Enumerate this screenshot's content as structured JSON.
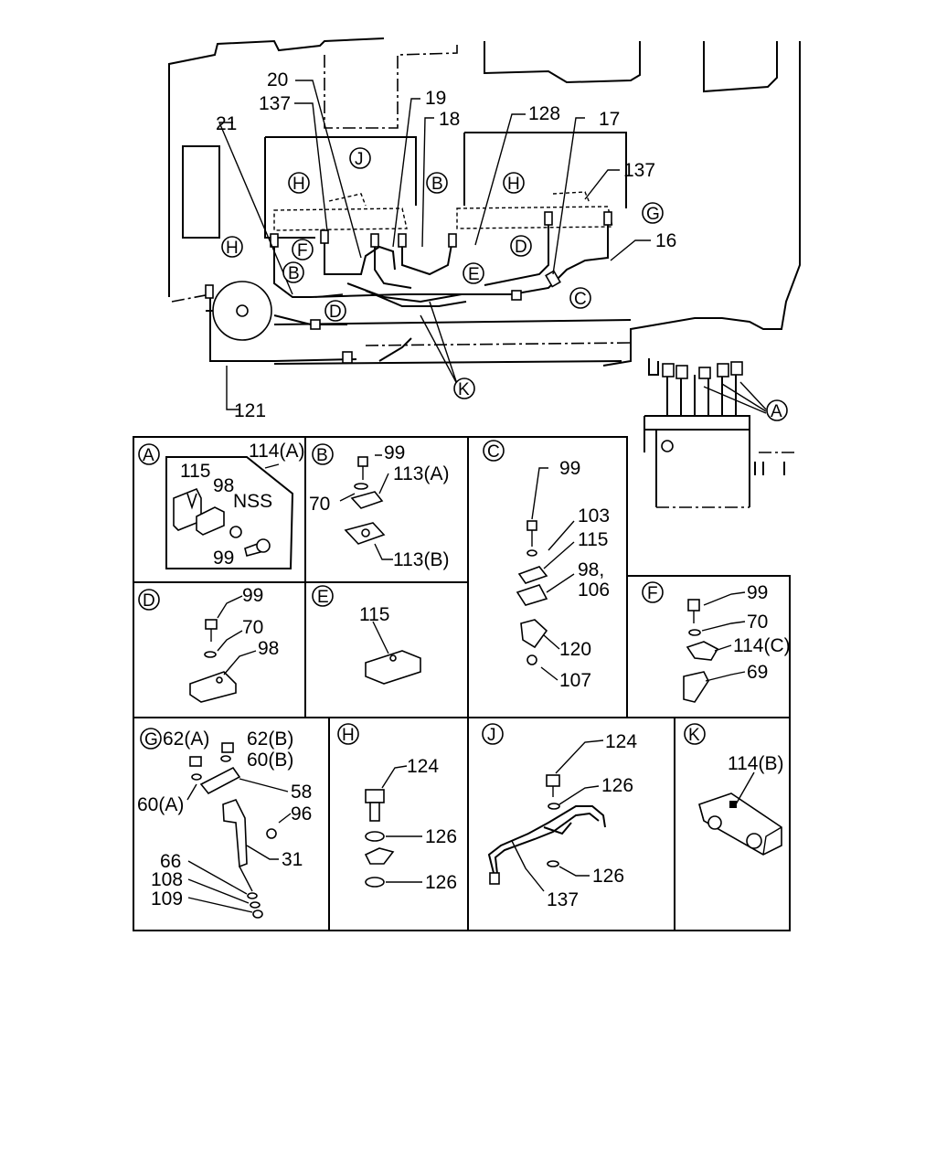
{
  "main_view": {
    "callouts": [
      "20",
      "137",
      "21",
      "19",
      "18",
      "128",
      "17",
      "137",
      "16",
      "121"
    ],
    "markers": [
      "J",
      "H",
      "H",
      "B",
      "H",
      "F",
      "B",
      "D",
      "E",
      "D",
      "C",
      "G",
      "K",
      "A"
    ]
  },
  "panels": {
    "A": {
      "letter": "A",
      "labels": [
        "114(A)",
        "115",
        "98",
        "NSS",
        "99"
      ]
    },
    "B": {
      "letter": "B",
      "labels": [
        "99",
        "113(A)",
        "70",
        "113(B)"
      ]
    },
    "C": {
      "letter": "C",
      "labels": [
        "99",
        "103",
        "115",
        "98,",
        "106",
        "120",
        "107"
      ]
    },
    "D": {
      "letter": "D",
      "labels": [
        "99",
        "70",
        "98"
      ]
    },
    "E": {
      "letter": "E",
      "labels": [
        "115"
      ]
    },
    "F": {
      "letter": "F",
      "labels": [
        "99",
        "70",
        "114(C)",
        "69"
      ]
    },
    "G": {
      "letter": "G",
      "labels": [
        "62(A)",
        "62(B)",
        "60(B)",
        "60(A)",
        "58",
        "96",
        "31",
        "66",
        "108",
        "109"
      ]
    },
    "H": {
      "letter": "H",
      "labels": [
        "124",
        "126",
        "126"
      ]
    },
    "J": {
      "letter": "J",
      "labels": [
        "124",
        "126",
        "126",
        "137"
      ]
    },
    "K": {
      "letter": "K",
      "labels": [
        "114(B)"
      ]
    }
  }
}
